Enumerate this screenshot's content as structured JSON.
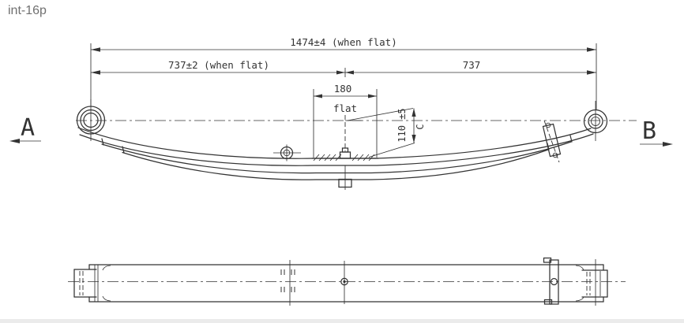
{
  "title": "int-16p",
  "colors": {
    "line": "#333333",
    "title": "#707070",
    "background": "#ffffff"
  },
  "views": {
    "side": {
      "label_left": "A",
      "label_right": "B"
    },
    "plan": {
      "description": "bottom plan view of leaf spring"
    }
  },
  "dimensions": {
    "overall": "1474±4 (when flat)",
    "half_left": "737±2 (when flat)",
    "half_right": "737",
    "flat_length": "180",
    "flat_word": "flat",
    "height": "110 ±5",
    "height_ref": "C"
  }
}
